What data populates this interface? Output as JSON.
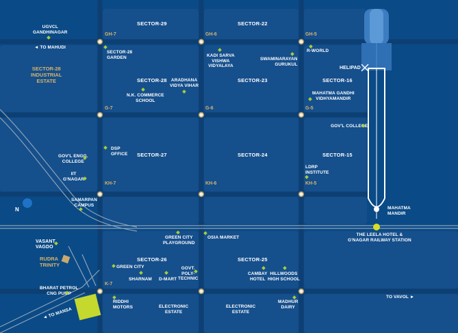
{
  "colors": {
    "background": "#0a4a86",
    "block": "#154f8c",
    "road": "#0d3f73",
    "accent": "#a6ce39",
    "junction": "#d8b46a",
    "text": "#ffffff"
  },
  "sectors": {
    "s29": "SECTOR-29",
    "s22": "SECTOR-22",
    "s28": "SECTOR-28",
    "s23": "SECTOR-23",
    "s16": "SECTOR-16",
    "s27": "SECTOR-27",
    "s24": "SECTOR-24",
    "s15": "SECTOR-15",
    "s26": "SECTOR-26",
    "s25": "SECTOR-25"
  },
  "junctions": {
    "gh7": "GH-7",
    "gh6": "GH-6",
    "gh5": "GH-5",
    "g7": "G-7",
    "g6": "G-6",
    "g5": "G-5",
    "kh7": "KH-7",
    "kh6": "KH-6",
    "kh5": "KH-5",
    "k7": "K-7"
  },
  "zones": {
    "industrial": "SECTOR-28\nINDUSTRIAL\nESTATE",
    "rudra": "RUDRA\nTRINITY"
  },
  "landmarks": {
    "ugvcl": "UGVCL\nGANDHINAGAR",
    "mahudi": "◄ TO MAHUDI",
    "garden": "SECTOR-28\nGARDEN",
    "kadi": "KADI SARVA\nVISHWA\nVIDYALAYA",
    "swaminarayan": "SWAMINARAYAN\nGURUKUL",
    "rworld": "R-WORLD",
    "helipad": "HELIPAD",
    "aradhana": "ARADHANA\nVIDYA VIHAR",
    "nk": "N.K. COMMERCE\nSCHOOL",
    "mahatma_school": "MAHATMA GANDHI\nVIDHYAMANDIR",
    "govt_college": "GOV'L COLLEGE",
    "dsp": "DSP\nOFFICE",
    "engg": "GOV'L ENGG.\nCOLLEGE",
    "iit": "IIT\nG'NAGAR",
    "ldrp": "LDRP\nINSTITUTE",
    "samarpan": "SAMARPAN\nCAMPUS",
    "mandir": "MAHATMA\nMANDIR",
    "leela": "THE LEELA HOTEL &\nG'NAGAR RAILWAY STATION",
    "vasant": "VASANT\nVAGDO",
    "green_pg": "GREEN CITY\nPLAYGROUND",
    "osia": "OSIA MARKET",
    "green_city": "GREEN CITY",
    "sharnam": "SHARNAM",
    "dmart": "D-MART",
    "poly": "GOVT.\nPOLY-\nTECHNIC",
    "cambay": "CAMBAY\nHOTEL",
    "hillwoods": "HILLWOODS\nHIGH SCHOOL",
    "bharat": "BHARAT PETROL\nCNG PUMP",
    "riddhi": "RIDDHI\nMOTORS",
    "elec1": "ELECTRONIC\nESTATE",
    "elec2": "ELECTRONIC\nESTATE",
    "madhur": "MADHUR\nDAIRY",
    "vavol": "TO VAVOL ►",
    "mansa": "◄ TO MANSA",
    "north": "N"
  }
}
